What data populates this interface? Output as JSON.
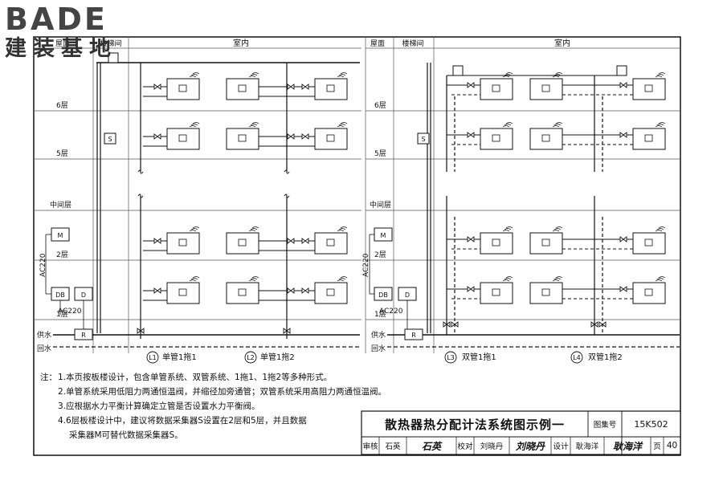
{
  "logo": {
    "main": "BADE",
    "sub": "建装基地"
  },
  "zones": {
    "roof": "屋面",
    "stair": "楼梯间",
    "indoor": "室内"
  },
  "floors": {
    "f6": "6层",
    "f5": "5层",
    "mid": "中间层",
    "f2": "2层",
    "f1": "1层"
  },
  "pipes": {
    "supply": "供水",
    "return": "回水"
  },
  "devices": {
    "collector": "S",
    "master": "M",
    "db": "DB",
    "d": "D",
    "r": "R",
    "power": "AC220"
  },
  "systems": [
    {
      "code": "L1",
      "name": "单管1拖1"
    },
    {
      "code": "L2",
      "name": "单管1拖2"
    },
    {
      "code": "L3",
      "name": "双管1拖1"
    },
    {
      "code": "L4",
      "name": "双管1拖2"
    }
  ],
  "notes": {
    "head": "注：",
    "items": [
      "1.本页按板楼设计，包含单管系统、双管系统、1拖1、1拖2等多种形式。",
      "2.单管系统采用低阻力两通恒温阀，并缩径加旁通管；双管系统采用高阻力两通恒温阀。",
      "3.应根据水力平衡计算确定立管是否设置水力平衡阀。",
      "4.6层板楼设计中，建议将数据采集器S设置在2层和5层，并且数据",
      "采集器M可替代数据采集器S。"
    ]
  },
  "title_block": {
    "title": "散热器热分配计法系统图示例一",
    "atlas_label": "图集号",
    "atlas_no": "15K502",
    "review_label": "审核",
    "reviewer": "石英",
    "reviewer_sig": "石英",
    "check_label": "校对",
    "checker": "刘晓丹",
    "checker_sig": "刘晓丹",
    "design_label": "设计",
    "designer": "耿海洋",
    "designer_sig": "耿海洋",
    "page_label": "页",
    "page_no": "40"
  }
}
